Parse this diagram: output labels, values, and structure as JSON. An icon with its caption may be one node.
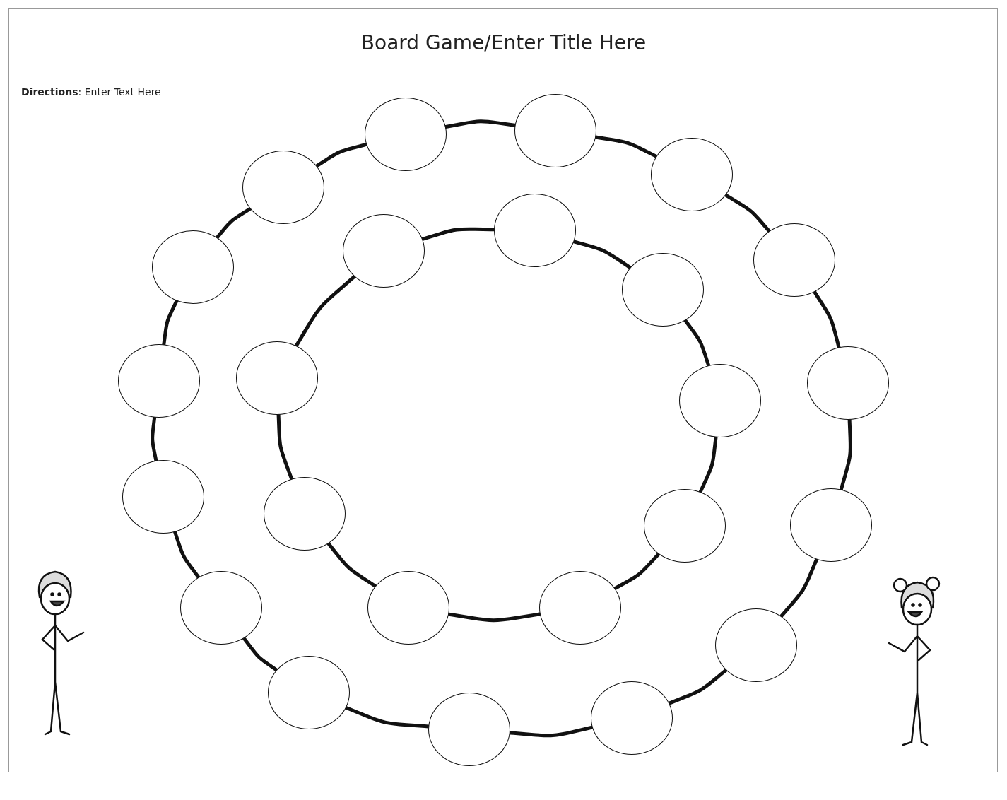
{
  "diagram": {
    "title": "Board Game/Enter Title Here",
    "nodes": [
      {
        "text": [],
        "shape": "circle"
      },
      {
        "text": [],
        "shape": "circle"
      },
      {
        "text": [],
        "shape": "circle"
      },
      {
        "text": [],
        "shape": "circle"
      },
      {
        "text": [],
        "shape": "circle"
      },
      {
        "text": [],
        "shape": "circle"
      },
      {
        "text": [],
        "shape": "circle"
      },
      {
        "text": [],
        "shape": "circle"
      },
      {
        "text": [],
        "shape": "circle"
      },
      {
        "text": [],
        "shape": "circle"
      },
      {
        "text": [],
        "shape": "circle"
      },
      {
        "text": [],
        "shape": "circle"
      },
      {
        "text": [],
        "shape": "circle"
      },
      {
        "text": [],
        "shape": "circle"
      },
      {
        "text": [],
        "shape": "circle"
      },
      {
        "text": [],
        "shape": "circle"
      },
      {
        "text": [],
        "shape": "circle"
      },
      {
        "text": [],
        "shape": "circle"
      },
      {
        "text": [],
        "shape": "circle"
      },
      {
        "text": [],
        "shape": "circle"
      },
      {
        "text": [],
        "shape": "circle"
      },
      {
        "text": [],
        "shape": "circle"
      },
      {
        "text": [],
        "shape": "circle"
      },
      {
        "text": [],
        "shape": "circle"
      }
    ],
    "edges": [
      {
        "from": 0,
        "to": 1,
        "arrow": "none"
      },
      {
        "from": 1,
        "to": 2,
        "arrow": "none"
      },
      {
        "from": 2,
        "to": 3,
        "arrow": "none"
      },
      {
        "from": 3,
        "to": 4,
        "arrow": "none"
      },
      {
        "from": 4,
        "to": 5,
        "arrow": "none"
      },
      {
        "from": 5,
        "to": 6,
        "arrow": "none"
      },
      {
        "from": 6,
        "to": 7,
        "arrow": "none"
      },
      {
        "from": 7,
        "to": 8,
        "arrow": "none"
      },
      {
        "from": 8,
        "to": 9,
        "arrow": "none"
      },
      {
        "from": 9,
        "to": 10,
        "arrow": "none"
      },
      {
        "from": 10,
        "to": 11,
        "arrow": "none"
      },
      {
        "from": 11,
        "to": 12,
        "arrow": "none"
      },
      {
        "from": 12,
        "to": 13,
        "arrow": "none"
      },
      {
        "from": 13,
        "to": 14,
        "arrow": "none"
      },
      {
        "from": 14,
        "to": 0,
        "arrow": "none"
      },
      {
        "from": 15,
        "to": 16,
        "arrow": "none"
      },
      {
        "from": 16,
        "to": 17,
        "arrow": "none"
      },
      {
        "from": 17,
        "to": 18,
        "arrow": "none"
      },
      {
        "from": 18,
        "to": 19,
        "arrow": "none"
      },
      {
        "from": 19,
        "to": 20,
        "arrow": "none"
      },
      {
        "from": 20,
        "to": 21,
        "arrow": "none"
      },
      {
        "from": 21,
        "to": 22,
        "arrow": "none"
      },
      {
        "from": 22,
        "to": 23,
        "arrow": "none"
      },
      {
        "from": 23,
        "to": 15,
        "arrow": "none"
      }
    ],
    "labels": [
      "**Directions**: Enter Text Here"
    ]
  }
}
